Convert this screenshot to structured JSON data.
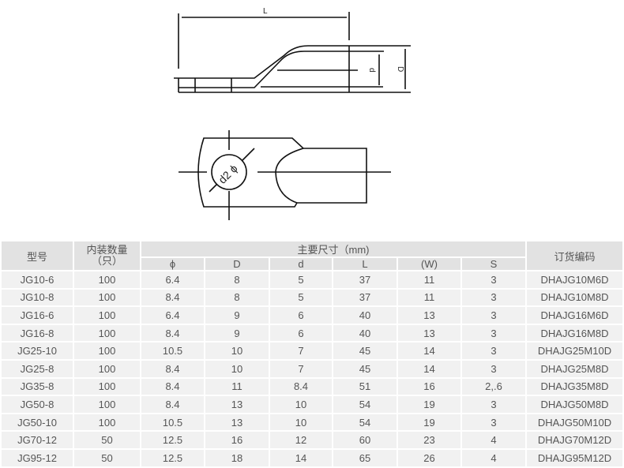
{
  "drawing": {
    "side_view_labels": {
      "L": "L",
      "d": "d",
      "D": "D"
    },
    "top_view_label": "d2 ϕ"
  },
  "table": {
    "headers": {
      "model": "型号",
      "qty_line1": "内装数量",
      "qty_line2": "（只）",
      "dims_group": "主要尺寸（mm)",
      "dims": [
        "ϕ",
        "D",
        "d",
        "L",
        "(W)",
        "S"
      ],
      "order_code": "订货编码"
    },
    "rows": [
      [
        "JG10-6",
        "100",
        "6.4",
        "8",
        "5",
        "37",
        "11",
        "3",
        "DHAJG10M6D"
      ],
      [
        "JG10-8",
        "100",
        "8.4",
        "8",
        "5",
        "37",
        "11",
        "3",
        "DHAJG10M8D"
      ],
      [
        "JG16-6",
        "100",
        "6.4",
        "9",
        "6",
        "40",
        "13",
        "3",
        "DHAJG16M6D"
      ],
      [
        "JG16-8",
        "100",
        "8.4",
        "9",
        "6",
        "40",
        "13",
        "3",
        "DHAJG16M8D"
      ],
      [
        "JG25-10",
        "100",
        "10.5",
        "10",
        "7",
        "45",
        "14",
        "3",
        "DHAJG25M10D"
      ],
      [
        "JG25-8",
        "100",
        "8.4",
        "10",
        "7",
        "45",
        "14",
        "3",
        "DHAJG25M8D"
      ],
      [
        "JG35-8",
        "100",
        "8.4",
        "11",
        "8.4",
        "51",
        "16",
        "2,.6",
        "DHAJG35M8D"
      ],
      [
        "JG50-8",
        "100",
        "8.4",
        "13",
        "10",
        "54",
        "19",
        "3",
        "DHAJG50M8D"
      ],
      [
        "JG50-10",
        "100",
        "10.5",
        "13",
        "10",
        "54",
        "19",
        "3",
        "DHAJG50M10D"
      ],
      [
        "JG70-12",
        "50",
        "12.5",
        "16",
        "12",
        "60",
        "23",
        "4",
        "DHAJG70M12D"
      ],
      [
        "JG95-12",
        "50",
        "12.5",
        "18",
        "14",
        "65",
        "26",
        "4",
        "DHAJG95M12D"
      ]
    ]
  }
}
